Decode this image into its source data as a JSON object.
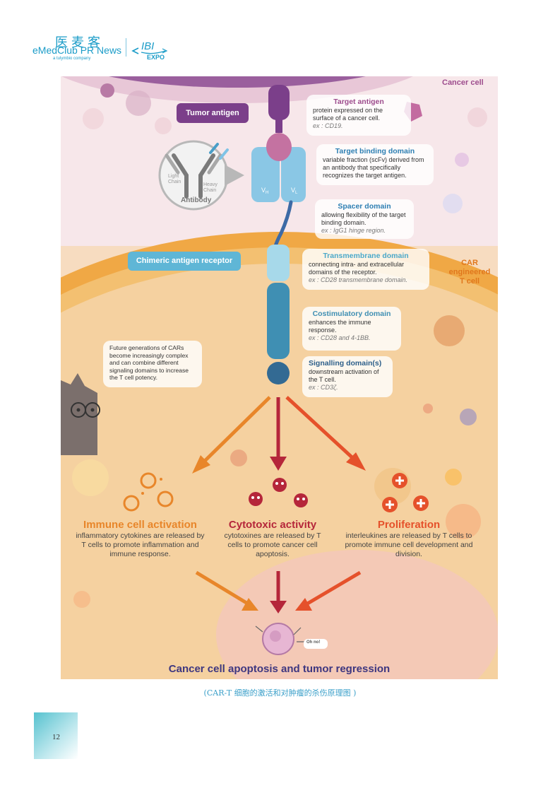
{
  "header": {
    "logo_cn": "医麦客",
    "logo_en": "eMedClub PR News",
    "logo_sub": "a tulymbio company",
    "expo_logo": "IBI EXPO"
  },
  "diagram": {
    "cancer_cell_label": "Cancer cell",
    "tumor_antigen_label": "Tumor antigen",
    "car_label": "Chimeric antigen receptor",
    "car_t_label": "CAR engineered T cell",
    "antibody": {
      "title": "Antibody",
      "light_chain": "Light Chain",
      "heavy_chain": "Heavy Chain",
      "vh": "VH",
      "vl": "VL"
    },
    "vh_label": "VH",
    "vl_label": "VL",
    "cards": [
      {
        "title": "Target antigen",
        "text": "protein expressed on the surface of a cancer cell.",
        "example": "ex : CD19."
      },
      {
        "title": "Target binding domain",
        "text": "variable fraction (scFv) derived from an antibody that specifically recognizes the target antigen.",
        "example": ""
      },
      {
        "title": "Spacer domain",
        "text": "allowing flexibility of the target binding domain.",
        "example": "ex : IgG1 hinge region."
      },
      {
        "title": "Transmembrane domain",
        "text": "connecting intra- and extracellular domains of the receptor.",
        "example": "ex : CD28 transmembrane domain."
      },
      {
        "title": "Costimulatory domain",
        "text": "enhances the immune response.",
        "example": "ex : CD28 and 4-1BB."
      },
      {
        "title": "Signalling domain(s)",
        "text": "downstream activation of the T cell.",
        "example": "ex : CD3ζ."
      }
    ],
    "note": "Future generations of CARs become increasingly complex and can combine different signaling domains to increase the T cell potency.",
    "outcomes": [
      {
        "title": "Immune cell activation",
        "text": "inflammatory cytokines are released by T cells to promote inflammation and immune response.",
        "color": "#e8862a"
      },
      {
        "title": "Cytotoxic activity",
        "text": "cytotoxines are released by T cells to promote cancer cell apoptosis.",
        "color": "#b5263a"
      },
      {
        "title": "Proliferation",
        "text": "interleukines are released by T cells to promote immune cell development and division.",
        "color": "#e5512b"
      }
    ],
    "oh_no": "Oh no!",
    "bottom_title": "Cancer cell apoptosis and tumor regression"
  },
  "caption": "(CAR-T 细胞的激活和对肿瘤的杀伤原理图 )",
  "page_number": "12",
  "colors": {
    "accent": "#1b9cc8",
    "purple": "#7b3f8a",
    "blue": "#4a9ec8",
    "orange": "#e8862a",
    "red": "#b5263a"
  }
}
